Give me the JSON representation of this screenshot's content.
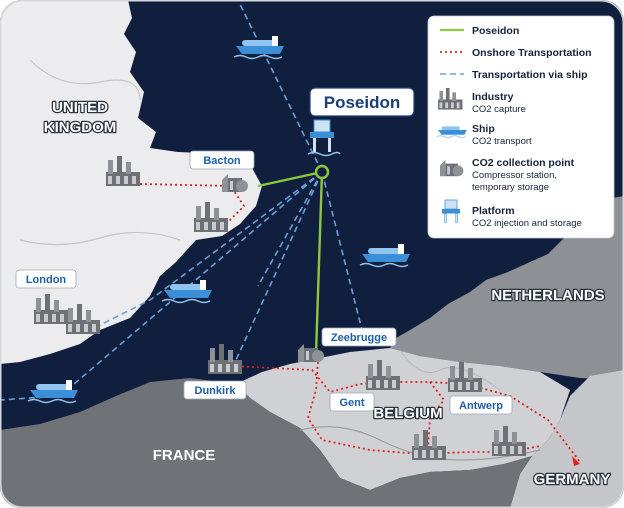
{
  "map": {
    "colors": {
      "sea": "#0f1f3d",
      "uk_land": "#ececee",
      "france_land": "#6f7276",
      "belgium_land": "#cfd1d4",
      "netherlands_land": "#8d9094",
      "germany_land": "#c4c6c9",
      "pipeline": "#8dc63f",
      "onshore_route": "#e02020",
      "ship_route": "#6a9fd8",
      "label_text": "#1d5fa8"
    },
    "countries": {
      "uk": [
        "UNITED",
        "KINGDOM"
      ],
      "netherlands": "NETHERLANDS",
      "belgium": "BELGIUM",
      "france": "FRANCE",
      "germany": "GERMANY"
    },
    "title": "Poseidon",
    "places": {
      "bacton": "Bacton",
      "london": "London",
      "dunkirk": "Dunkirk",
      "zeebrugge": "Zeebrugge",
      "gent": "Gent",
      "antwerp": "Antwerp"
    }
  },
  "legend": {
    "items": [
      {
        "icon": "green-line-icon",
        "title": "Poseidon",
        "subtitle": ""
      },
      {
        "icon": "red-dotted-line-icon",
        "title": "Onshore Transportation",
        "subtitle": ""
      },
      {
        "icon": "blue-dashed-line-icon",
        "title": "Transportation via ship",
        "subtitle": ""
      },
      {
        "icon": "industry-icon",
        "title": "Industry",
        "subtitle": "CO2 capture"
      },
      {
        "icon": "ship-icon",
        "title": "Ship",
        "subtitle": "CO2 transport"
      },
      {
        "icon": "collection-point-icon",
        "title": "CO2 collection point",
        "subtitle": "Compressor station,",
        "subtitle2": "temporary storage"
      },
      {
        "icon": "platform-icon",
        "title": "Platform",
        "subtitle": "CO2 injection and storage"
      }
    ]
  }
}
